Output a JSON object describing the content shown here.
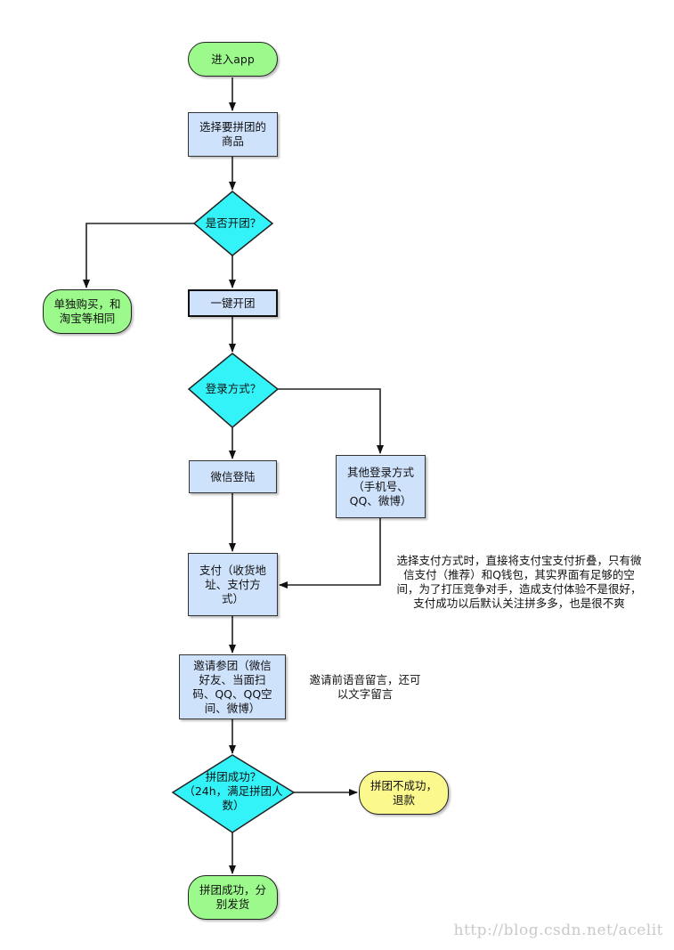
{
  "nodes": {
    "enter_app": "进入app",
    "select_goods": "选择要拼团的\n商品",
    "open_group_q": "是否开团？",
    "single_buy": "单独购买，和\n淘宝等相同",
    "one_click_group": "一键开团",
    "login_method_q": "登录方式？",
    "wechat_login": "微信登陆",
    "other_login": "其他登录方式\n（手机号、\nQQ、微博）",
    "payment": "支付（收货地\n址、支付方\n式）",
    "invite": "邀请参团（微信\n好友、当面扫\n码、QQ、QQ空\n间、微博）",
    "group_success_q": "拼团成功？\n（24h，满足拼团人\n数）",
    "group_fail": "拼团不成功，\n退款",
    "group_success": "拼团成功，分\n别发货"
  },
  "notes": {
    "payment_note": "选择支付方式时，直接将支付宝支付折叠，只有微\n信支付（推荐）和Q钱包，其实界面有足够的空\n间，为了打压竞争对手，造成支付体验不是很好，\n支付成功以后默认关注拼多多，也是很不爽",
    "invite_note": "邀请前语音留言，还可\n以文字留言"
  },
  "watermark": "http://blog.csdn.net/acelit",
  "colors": {
    "terminal_green": "#9cf98c",
    "terminal_yellow": "#fbf88e",
    "process_blue": "#cfe2fc",
    "decision_cyan": "#33f3f8"
  }
}
